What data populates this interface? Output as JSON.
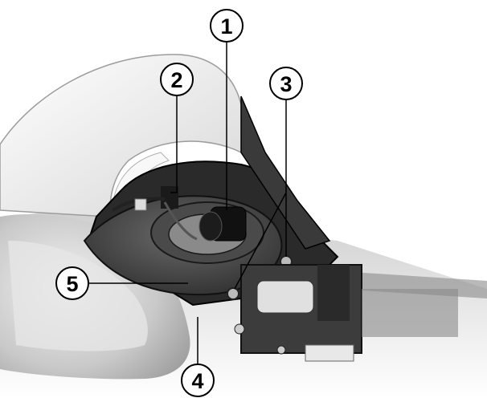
{
  "diagram": {
    "callouts": [
      {
        "id": "1",
        "label": "1"
      },
      {
        "id": "2",
        "label": "2"
      },
      {
        "id": "3",
        "label": "3"
      },
      {
        "id": "4",
        "label": "4"
      },
      {
        "id": "5",
        "label": "5"
      }
    ]
  },
  "colors": {
    "background": "#ffffff",
    "tank": "#d9d9d9",
    "fender": "#ececec",
    "housing": "#2a2a2a",
    "callout_stroke": "#000000"
  }
}
